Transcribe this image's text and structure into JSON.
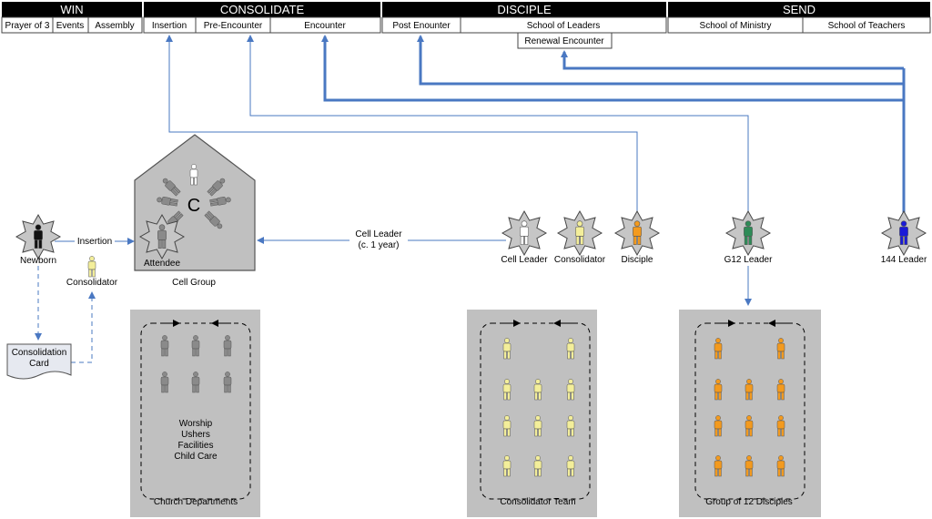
{
  "phases": [
    {
      "name": "WIN",
      "sub": [
        "Prayer of 3",
        "Events",
        "Assembly"
      ]
    },
    {
      "name": "CONSOLIDATE",
      "sub": [
        "Insertion",
        "Pre-Encounter",
        "Encounter"
      ]
    },
    {
      "name": "DISCIPLE",
      "sub": [
        "Post Enounter",
        "School of Leaders"
      ],
      "extra": "Renewal Encounter"
    },
    {
      "name": "SEND",
      "sub": [
        "School of Ministry",
        "School of Teachers"
      ]
    }
  ],
  "people": {
    "newborn": "Newborn",
    "consolidator": "Consolidator",
    "insertion": "Insertion",
    "attendee": "Attendee",
    "cell_group": "Cell Group",
    "cell_group_letter": "C",
    "cell_leader_link": "Cell Leader",
    "cell_leader_link_sub": "(c. 1 year)",
    "cell_leader": "Cell Leader",
    "consolidator_star": "Consolidator",
    "disciple": "Disciple",
    "g12_leader": "G12 Leader",
    "leader_144": "144 Leader"
  },
  "card": {
    "line1": "Consolidation",
    "line2": "Card"
  },
  "panels": {
    "church": {
      "title": "Church Departments",
      "items": [
        "Worship",
        "Ushers",
        "Facilities",
        "Child Care"
      ]
    },
    "team": {
      "title": "Consolidator Team"
    },
    "group12": {
      "title": "Group of 12 Disciples"
    }
  },
  "colors": {
    "black": "#111111",
    "light_yellow": "#f3ee9a",
    "orange": "#f39a1e",
    "green": "#2e8b57",
    "blue": "#1a1ad8",
    "grey_person": "#8a8a8a",
    "white_person": "#ffffff",
    "arrow_blue": "#4a78c2",
    "panel": "#c0c0c0",
    "header": "#000000"
  }
}
